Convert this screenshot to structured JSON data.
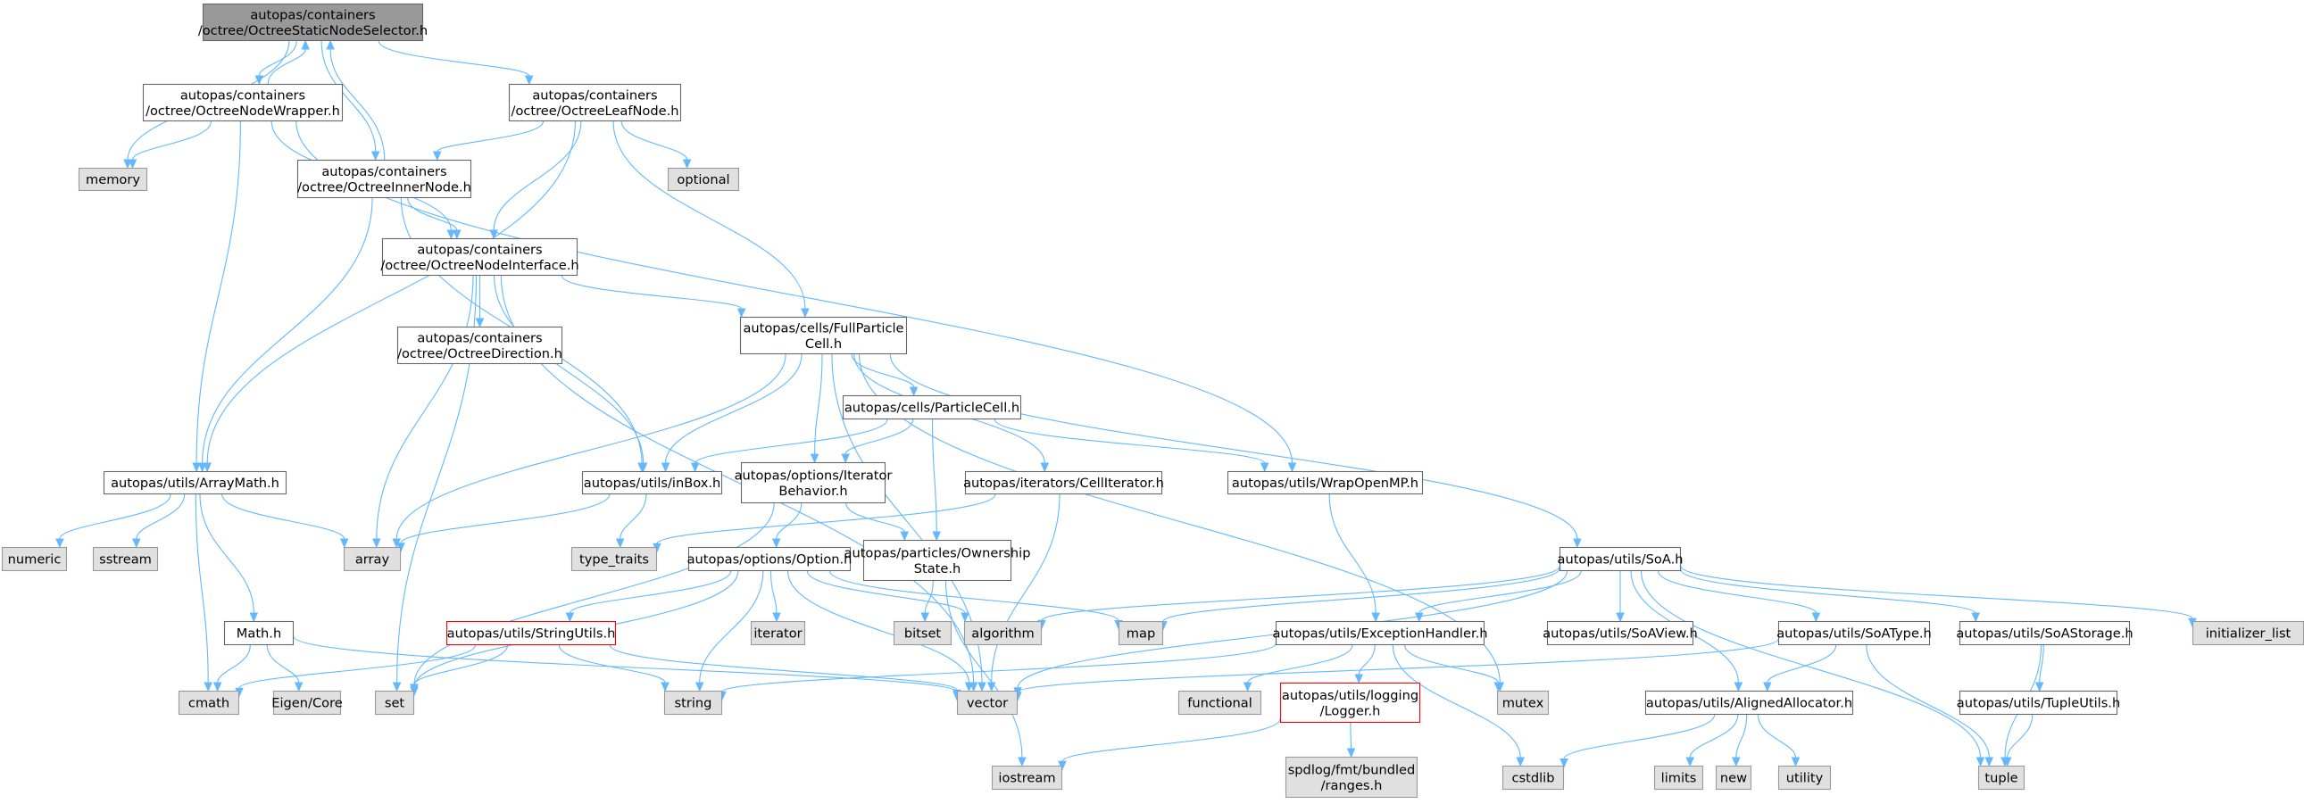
{
  "colors": {
    "focus_fill": "#999999",
    "focus_border": "#666666",
    "header_fill": "#ffffff",
    "header_border": "#666666",
    "system_fill": "#e0e0e0",
    "system_border": "#999999",
    "truncated_border": "#ff0000",
    "edge": "#63b8ff",
    "text": "#000000"
  },
  "nodes": [
    {
      "id": "static",
      "style": "focus",
      "label": [
        "autopas/containers",
        "/octree/OctreeStaticNodeSelector.h"
      ]
    },
    {
      "id": "memory",
      "style": "system",
      "label": [
        "memory"
      ]
    },
    {
      "id": "wrapper",
      "style": "header",
      "label": [
        "autopas/containers",
        "/octree/OctreeNodeWrapper.h"
      ]
    },
    {
      "id": "leaf",
      "style": "header",
      "label": [
        "autopas/containers",
        "/octree/OctreeLeafNode.h"
      ]
    },
    {
      "id": "optional",
      "style": "system",
      "label": [
        "optional"
      ]
    },
    {
      "id": "inner",
      "style": "header",
      "label": [
        "autopas/containers",
        "/octree/OctreeInnerNode.h"
      ]
    },
    {
      "id": "iface",
      "style": "header",
      "label": [
        "autopas/containers",
        "/octree/OctreeNodeInterface.h"
      ]
    },
    {
      "id": "direction",
      "style": "header",
      "label": [
        "autopas/containers",
        "/octree/OctreeDirection.h"
      ]
    },
    {
      "id": "fullcell",
      "style": "header",
      "label": [
        "autopas/cells/FullParticle",
        "Cell.h"
      ]
    },
    {
      "id": "pcell",
      "style": "header",
      "label": [
        "autopas/cells/ParticleCell.h"
      ]
    },
    {
      "id": "arraymath",
      "style": "header",
      "label": [
        "autopas/utils/ArrayMath.h"
      ]
    },
    {
      "id": "inbox",
      "style": "header",
      "label": [
        "autopas/utils/inBox.h"
      ]
    },
    {
      "id": "iterbeh",
      "style": "header",
      "label": [
        "autopas/options/Iterator",
        "Behavior.h"
      ]
    },
    {
      "id": "celliter",
      "style": "header",
      "label": [
        "autopas/iterators/CellIterator.h"
      ]
    },
    {
      "id": "wrapomp",
      "style": "header",
      "label": [
        "autopas/utils/WrapOpenMP.h"
      ]
    },
    {
      "id": "numeric",
      "style": "system",
      "label": [
        "numeric"
      ]
    },
    {
      "id": "sstream",
      "style": "system",
      "label": [
        "sstream"
      ]
    },
    {
      "id": "array",
      "style": "system",
      "label": [
        "array"
      ]
    },
    {
      "id": "typetraits",
      "style": "system",
      "label": [
        "type_traits"
      ]
    },
    {
      "id": "option",
      "style": "header",
      "label": [
        "autopas/options/Option.h"
      ]
    },
    {
      "id": "ownership",
      "style": "header",
      "label": [
        "autopas/particles/Ownership",
        "State.h"
      ]
    },
    {
      "id": "soa",
      "style": "header",
      "label": [
        "autopas/utils/SoA.h"
      ]
    },
    {
      "id": "math",
      "style": "header",
      "label": [
        "Math.h"
      ]
    },
    {
      "id": "stringutils",
      "style": "truncated",
      "label": [
        "autopas/utils/StringUtils.h"
      ]
    },
    {
      "id": "iterator",
      "style": "system",
      "label": [
        "iterator"
      ]
    },
    {
      "id": "bitset",
      "style": "system",
      "label": [
        "bitset"
      ]
    },
    {
      "id": "algorithm",
      "style": "system",
      "label": [
        "algorithm"
      ]
    },
    {
      "id": "map",
      "style": "system",
      "label": [
        "map"
      ]
    },
    {
      "id": "exception",
      "style": "header",
      "label": [
        "autopas/utils/ExceptionHandler.h"
      ]
    },
    {
      "id": "soaview",
      "style": "header",
      "label": [
        "autopas/utils/SoAView.h"
      ]
    },
    {
      "id": "soatype",
      "style": "header",
      "label": [
        "autopas/utils/SoAType.h"
      ]
    },
    {
      "id": "soastorage",
      "style": "header",
      "label": [
        "autopas/utils/SoAStorage.h"
      ]
    },
    {
      "id": "initlist",
      "style": "system",
      "label": [
        "initializer_list"
      ]
    },
    {
      "id": "cmath",
      "style": "system",
      "label": [
        "cmath"
      ]
    },
    {
      "id": "eigen",
      "style": "system",
      "label": [
        "Eigen/Core"
      ]
    },
    {
      "id": "set",
      "style": "system",
      "label": [
        "set"
      ]
    },
    {
      "id": "string",
      "style": "system",
      "label": [
        "string"
      ]
    },
    {
      "id": "vector",
      "style": "system",
      "label": [
        "vector"
      ]
    },
    {
      "id": "functional",
      "style": "system",
      "label": [
        "functional"
      ]
    },
    {
      "id": "logger",
      "style": "truncated",
      "label": [
        "autopas/utils/logging",
        "/Logger.h"
      ]
    },
    {
      "id": "mutex",
      "style": "system",
      "label": [
        "mutex"
      ]
    },
    {
      "id": "aligned",
      "style": "header",
      "label": [
        "autopas/utils/AlignedAllocator.h"
      ]
    },
    {
      "id": "tupleutils",
      "style": "header",
      "label": [
        "autopas/utils/TupleUtils.h"
      ]
    },
    {
      "id": "iostream",
      "style": "system",
      "label": [
        "iostream"
      ]
    },
    {
      "id": "spdlog",
      "style": "system",
      "label": [
        "spdlog/fmt/bundled",
        "/ranges.h"
      ]
    },
    {
      "id": "cstdlib",
      "style": "system",
      "label": [
        "cstdlib"
      ]
    },
    {
      "id": "limits",
      "style": "system",
      "label": [
        "limits"
      ]
    },
    {
      "id": "new",
      "style": "system",
      "label": [
        "new"
      ]
    },
    {
      "id": "utility",
      "style": "system",
      "label": [
        "utility"
      ]
    },
    {
      "id": "tuple",
      "style": "system",
      "label": [
        "tuple"
      ]
    }
  ],
  "edges": [
    [
      "static",
      "memory"
    ],
    [
      "static",
      "wrapper"
    ],
    [
      "static",
      "leaf"
    ],
    [
      "static",
      "inner"
    ],
    [
      "wrapper",
      "static"
    ],
    [
      "wrapper",
      "memory"
    ],
    [
      "wrapper",
      "iface"
    ],
    [
      "wrapper",
      "arraymath"
    ],
    [
      "wrapper",
      "wrapomp"
    ],
    [
      "leaf",
      "optional"
    ],
    [
      "leaf",
      "inner"
    ],
    [
      "leaf",
      "iface"
    ],
    [
      "leaf",
      "arraymath"
    ],
    [
      "leaf",
      "fullcell"
    ],
    [
      "inner",
      "static"
    ],
    [
      "inner",
      "iface"
    ],
    [
      "inner",
      "arraymath"
    ],
    [
      "inner",
      "inbox"
    ],
    [
      "iface",
      "direction"
    ],
    [
      "iface",
      "fullcell"
    ],
    [
      "iface",
      "inbox"
    ],
    [
      "iface",
      "array"
    ],
    [
      "iface",
      "set"
    ],
    [
      "iface",
      "vector"
    ],
    [
      "fullcell",
      "pcell"
    ],
    [
      "fullcell",
      "celliter"
    ],
    [
      "fullcell",
      "soa"
    ],
    [
      "fullcell",
      "iterbeh"
    ],
    [
      "fullcell",
      "inbox"
    ],
    [
      "fullcell",
      "array"
    ],
    [
      "fullcell",
      "mutex"
    ],
    [
      "fullcell",
      "vector"
    ],
    [
      "pcell",
      "inbox"
    ],
    [
      "pcell",
      "iterbeh"
    ],
    [
      "pcell",
      "wrapomp"
    ],
    [
      "pcell",
      "ownership"
    ],
    [
      "arraymath",
      "numeric"
    ],
    [
      "arraymath",
      "sstream"
    ],
    [
      "arraymath",
      "array"
    ],
    [
      "arraymath",
      "math"
    ],
    [
      "arraymath",
      "cmath"
    ],
    [
      "inbox",
      "array"
    ],
    [
      "inbox",
      "typetraits"
    ],
    [
      "iterbeh",
      "option"
    ],
    [
      "iterbeh",
      "ownership"
    ],
    [
      "iterbeh",
      "set"
    ],
    [
      "celliter",
      "typetraits"
    ],
    [
      "celliter",
      "vector"
    ],
    [
      "wrapomp",
      "exception"
    ],
    [
      "option",
      "stringutils"
    ],
    [
      "option",
      "iterator"
    ],
    [
      "option",
      "algorithm"
    ],
    [
      "option",
      "map"
    ],
    [
      "option",
      "set"
    ],
    [
      "option",
      "string"
    ],
    [
      "option",
      "vector"
    ],
    [
      "ownership",
      "bitset"
    ],
    [
      "ownership",
      "iostream"
    ],
    [
      "math",
      "cmath"
    ],
    [
      "math",
      "eigen"
    ],
    [
      "math",
      "vector"
    ],
    [
      "stringutils",
      "cmath"
    ],
    [
      "stringutils",
      "set"
    ],
    [
      "stringutils",
      "string"
    ],
    [
      "stringutils",
      "vector"
    ],
    [
      "soa",
      "algorithm"
    ],
    [
      "soa",
      "map"
    ],
    [
      "soa",
      "exception"
    ],
    [
      "soa",
      "soaview"
    ],
    [
      "soa",
      "soatype"
    ],
    [
      "soa",
      "soastorage"
    ],
    [
      "soa",
      "initlist"
    ],
    [
      "soa",
      "aligned"
    ],
    [
      "soa",
      "vector"
    ],
    [
      "soa",
      "tuple"
    ],
    [
      "exception",
      "string"
    ],
    [
      "exception",
      "functional"
    ],
    [
      "exception",
      "logger"
    ],
    [
      "exception",
      "mutex"
    ],
    [
      "exception",
      "cstdlib"
    ],
    [
      "soatype",
      "aligned"
    ],
    [
      "soatype",
      "vector"
    ],
    [
      "soatype",
      "tuple"
    ],
    [
      "soastorage",
      "tupleutils"
    ],
    [
      "soastorage",
      "tuple"
    ],
    [
      "tupleutils",
      "tuple"
    ],
    [
      "logger",
      "iostream"
    ],
    [
      "logger",
      "spdlog"
    ],
    [
      "aligned",
      "cstdlib"
    ],
    [
      "aligned",
      "limits"
    ],
    [
      "aligned",
      "new"
    ],
    [
      "aligned",
      "utility"
    ]
  ]
}
